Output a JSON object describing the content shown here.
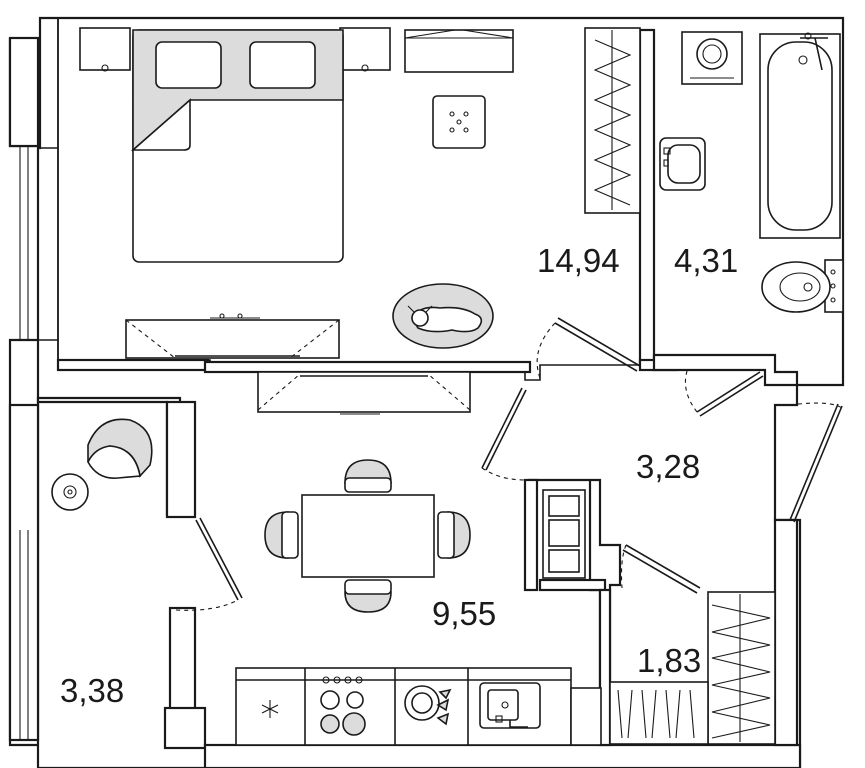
{
  "rooms": [
    {
      "id": "bedroom",
      "area": "14,94"
    },
    {
      "id": "bathroom",
      "area": "4,31"
    },
    {
      "id": "hall",
      "area": "3,28"
    },
    {
      "id": "kitchen",
      "area": "9,55"
    },
    {
      "id": "storage",
      "area": "1,83"
    },
    {
      "id": "balcony",
      "area": "3,38"
    }
  ],
  "colors": {
    "line": "#1a1a1a",
    "fill_grey": "#dcdcdc",
    "background": "#ffffff"
  }
}
